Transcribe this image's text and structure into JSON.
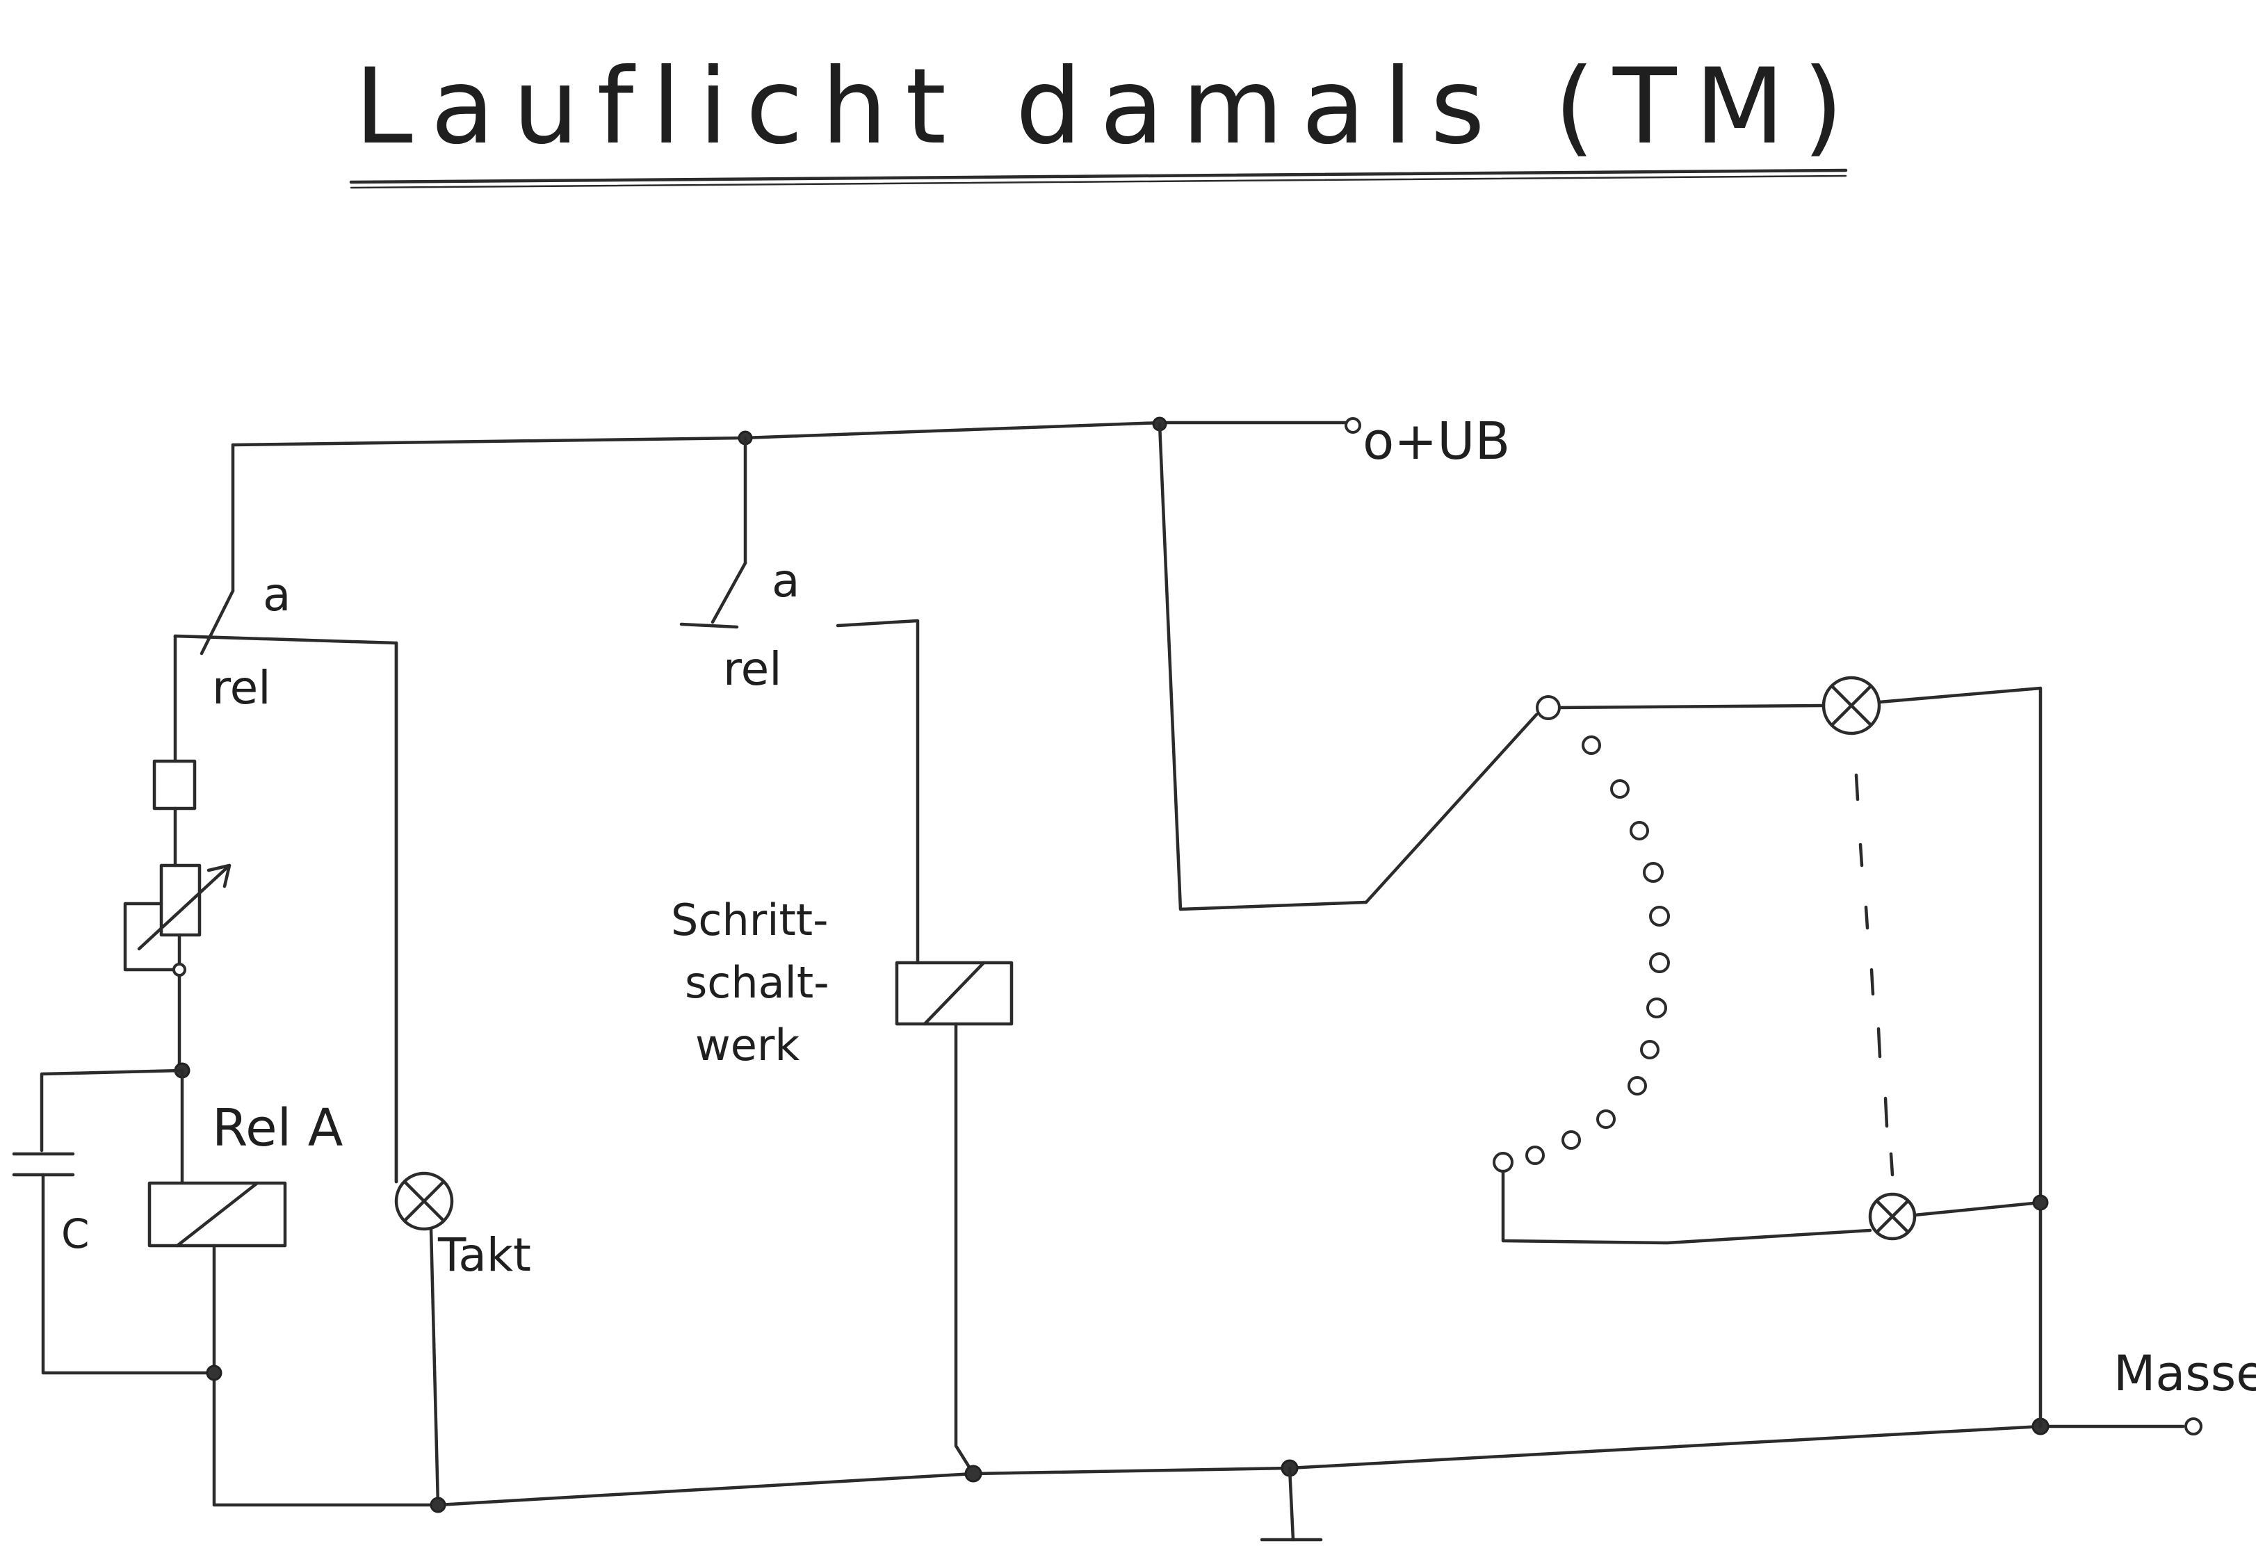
{
  "title": "Lauflicht damals (TM)",
  "labels": {
    "supply": "o+UB",
    "contact_left_a": "a",
    "contact_left_rel": "rel",
    "contact_mid_a": "a",
    "contact_mid_rel": "rel",
    "relay_a": "Rel A",
    "capacitor": "C",
    "clock_lamp": "Takt",
    "stepper_line1": "Schritt-",
    "stepper_line2": "schalt-",
    "stepper_line3": "werk",
    "ground": "Masse"
  },
  "colors": {
    "ink": "#2b2b2b",
    "paper": "#ffffff"
  }
}
